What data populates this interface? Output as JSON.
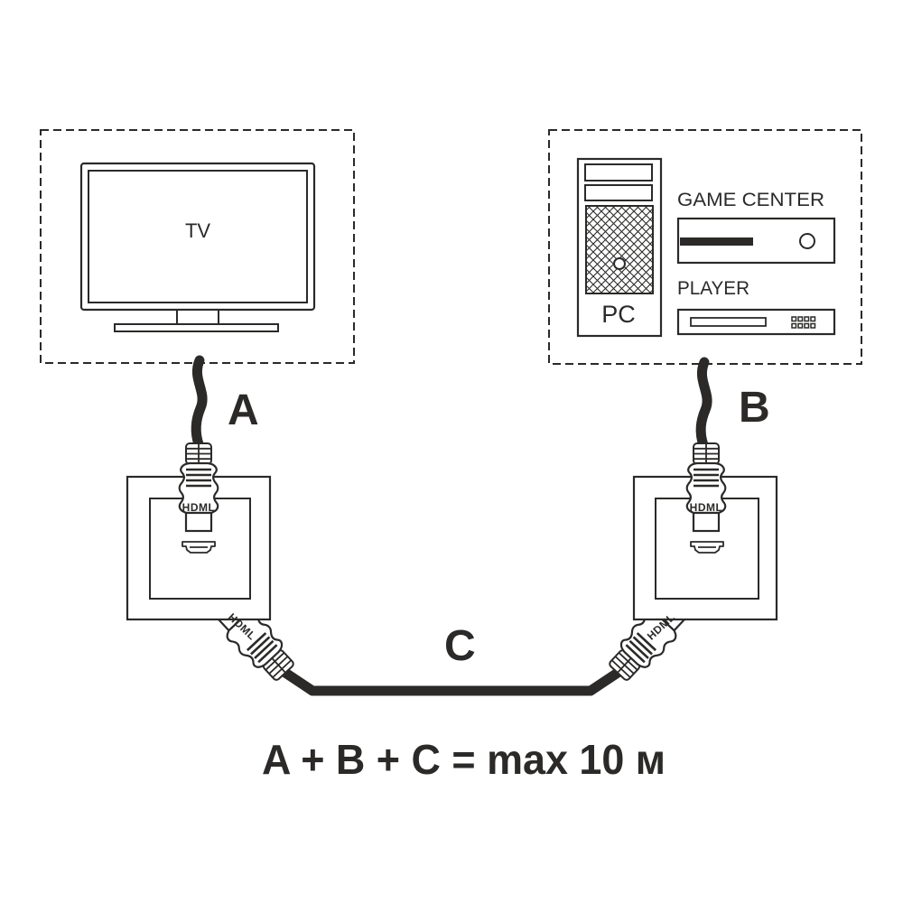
{
  "canvas": {
    "background": "#ffffff",
    "line_color": "#2b2a29"
  },
  "tv_zone": {
    "tv_label": "TV"
  },
  "source_zone": {
    "pc_label": "PC",
    "game_center_label": "GAME CENTER",
    "player_label": "PLAYER"
  },
  "cables": {
    "a_label": "A",
    "b_label": "B",
    "c_label": "C"
  },
  "connectors": {
    "top_left_label": "HDML",
    "top_right_label": "HDML",
    "bottom_left_label": "HDML",
    "bottom_right_label": "HDML"
  },
  "formula": {
    "text": "A + B + C = max 10 м"
  }
}
